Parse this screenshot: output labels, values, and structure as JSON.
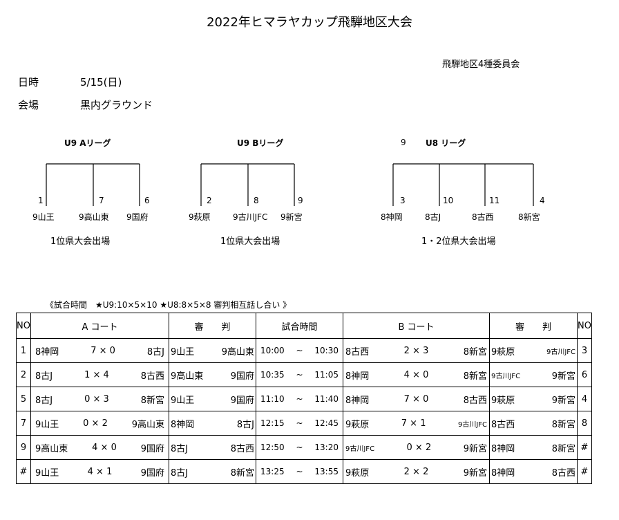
{
  "title": "2022年ヒマラヤカップ飛騨地区大会",
  "committee": "飛騨地区4種委員会",
  "date_label": "日時",
  "date_value": "5/15(日)",
  "venue_label": "会場",
  "venue_value": "黒内グラウンド",
  "leagues": [
    {
      "title": "U9 Aリーグ",
      "prefix": "",
      "numbers": [
        "1",
        "7",
        "6"
      ],
      "teams": [
        "9山王",
        "9高山東",
        "9国府"
      ],
      "note": "1位県大会出場"
    },
    {
      "title": "U9 Bリーグ",
      "prefix": "",
      "numbers": [
        "2",
        "8",
        "9"
      ],
      "teams": [
        "9萩原",
        "9古川JFC",
        "9新宮"
      ],
      "note": "1位県大会出場"
    },
    {
      "title": "U8 リーグ",
      "prefix": "9",
      "numbers": [
        "3",
        "10",
        "11",
        "4"
      ],
      "teams": [
        "8神岡",
        "8古J",
        "8古西",
        "8新宮"
      ],
      "note": "1・2位県大会出場"
    }
  ],
  "time_note": "《試合時間　★U9:10×5×10 ★U8:8×5×8 審判相互話し合い 》",
  "table": {
    "headers": {
      "no": "NO",
      "a_court": "A コート",
      "referee": "審　　判",
      "time": "試合時間",
      "b_court": "B コート",
      "referee_b": "審　　判",
      "no_b": "NO"
    },
    "rows": [
      {
        "no_a": "1",
        "a_home": "8神岡",
        "a_score": "7 × 0",
        "a_away": "8古J",
        "ref_a1": "9山王",
        "ref_a2": "9高山東",
        "start": "10:00",
        "sep": "~",
        "end": "10:30",
        "b_home": "8古西",
        "b_score": "2 × 3",
        "b_away": "8新宮",
        "ref_b1": "9萩原",
        "ref_b2": "9古川JFC",
        "no_b": "3"
      },
      {
        "no_a": "2",
        "a_home": "8古J",
        "a_score": "1 × 4",
        "a_away": "8古西",
        "ref_a1": "9高山東",
        "ref_a2": "9国府",
        "start": "10:35",
        "sep": "~",
        "end": "11:05",
        "b_home": "8神岡",
        "b_score": "4 × 0",
        "b_away": "8新宮",
        "ref_b1": "9古川JFC",
        "ref_b2": "9新宮",
        "no_b": "6"
      },
      {
        "no_a": "5",
        "a_home": "8古J",
        "a_score": "0 × 3",
        "a_away": "8新宮",
        "ref_a1": "9山王",
        "ref_a2": "9国府",
        "start": "11:10",
        "sep": "~",
        "end": "11:40",
        "b_home": "8神岡",
        "b_score": "7 × 0",
        "b_away": "8古西",
        "ref_b1": "9萩原",
        "ref_b2": "9新宮",
        "no_b": "4"
      },
      {
        "no_a": "7",
        "a_home": "9山王",
        "a_score": "0 × 2",
        "a_away": "9高山東",
        "ref_a1": "8神岡",
        "ref_a2": "8古J",
        "start": "12:15",
        "sep": "~",
        "end": "12:45",
        "b_home": "9萩原",
        "b_score": "7 × 1",
        "b_away": "9古川JFC",
        "ref_b1": "8古西",
        "ref_b2": "8新宮",
        "no_b": "8"
      },
      {
        "no_a": "9",
        "a_home": "9高山東",
        "a_score": "4 × 0",
        "a_away": "9国府",
        "ref_a1": "8古J",
        "ref_a2": "8古西",
        "start": "12:50",
        "sep": "~",
        "end": "13:20",
        "b_home": "9古川JFC",
        "b_score": "0 × 2",
        "b_away": "9新宮",
        "ref_b1": "8神岡",
        "ref_b2": "8新宮",
        "no_b": "#"
      },
      {
        "no_a": "#",
        "a_home": "9山王",
        "a_score": "4 × 1",
        "a_away": "9国府",
        "ref_a1": "8古J",
        "ref_a2": "8新宮",
        "start": "13:25",
        "sep": "~",
        "end": "13:55",
        "b_home": "9萩原",
        "b_score": "2 × 2",
        "b_away": "9新宮",
        "ref_b1": "8神岡",
        "ref_b2": "8古西",
        "no_b": "#"
      }
    ]
  }
}
